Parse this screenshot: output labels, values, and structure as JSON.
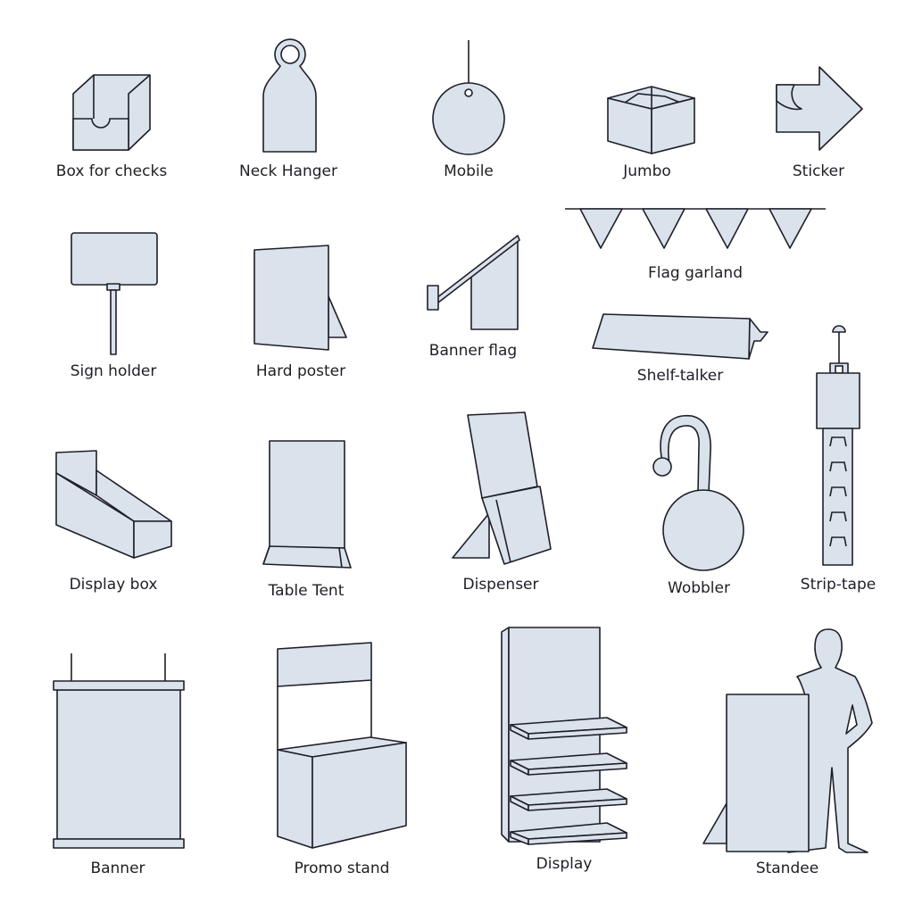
{
  "colors": {
    "fill": "#dae2ec",
    "stroke": "#1e1e28"
  },
  "items": [
    {
      "label": "Box for checks"
    },
    {
      "label": "Neck Hanger"
    },
    {
      "label": "Mobile"
    },
    {
      "label": "Jumbo"
    },
    {
      "label": "Sticker"
    },
    {
      "label": "Sign holder"
    },
    {
      "label": "Hard poster"
    },
    {
      "label": "Banner flag"
    },
    {
      "label": "Flag garland"
    },
    {
      "label": "Shelf-talker"
    },
    {
      "label": "Display box"
    },
    {
      "label": "Table Tent"
    },
    {
      "label": "Dispenser"
    },
    {
      "label": "Wobbler"
    },
    {
      "label": "Strip-tape"
    },
    {
      "label": "Banner"
    },
    {
      "label": "Promo stand"
    },
    {
      "label": "Display"
    },
    {
      "label": "Standee"
    }
  ]
}
